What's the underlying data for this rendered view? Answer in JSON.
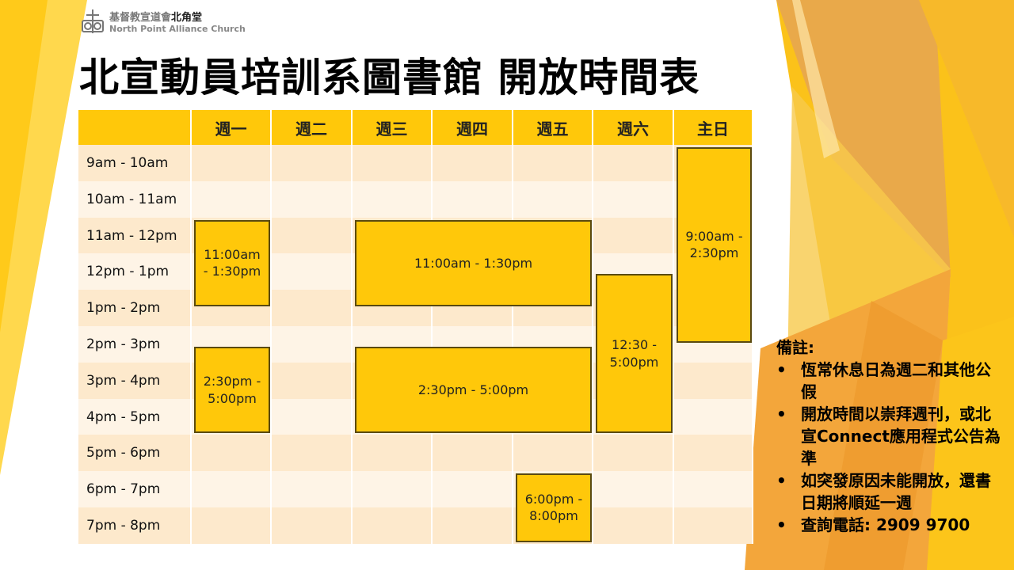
{
  "logo": {
    "name_zh_grey": "基督教宣道會",
    "name_zh_dark": "北角堂",
    "name_en": "North Point Alliance Church"
  },
  "title": "北宣動員培訓系圖書館 開放時間表",
  "days": [
    "週一",
    "週二",
    "週三",
    "週四",
    "週五",
    "週六",
    "主日"
  ],
  "time_slots": [
    "9am - 10am",
    "10am - 11am",
    "11am - 12pm",
    "12pm - 1pm",
    "1pm - 2pm",
    "2pm - 3pm",
    "3pm - 4pm",
    "4pm - 5pm",
    "5pm - 6pm",
    "6pm - 7pm",
    "7pm - 8pm"
  ],
  "open_blocks": [
    {
      "label": "11:00am - 1:30pm",
      "day_start": 0,
      "day_end": 0,
      "row_start": 2,
      "row_end": 4.5
    },
    {
      "label": "11:00am - 1:30pm",
      "day_start": 2,
      "day_end": 4,
      "row_start": 2,
      "row_end": 4.5
    },
    {
      "label": "9:00am - 2:30pm",
      "day_start": 6,
      "day_end": 6,
      "row_start": 0,
      "row_end": 5.5
    },
    {
      "label": "12:30 - 5:00pm",
      "day_start": 5,
      "day_end": 5,
      "row_start": 3.5,
      "row_end": 8
    },
    {
      "label": "2:30pm - 5:00pm",
      "day_start": 0,
      "day_end": 0,
      "row_start": 5.5,
      "row_end": 8
    },
    {
      "label": "2:30pm - 5:00pm",
      "day_start": 2,
      "day_end": 4,
      "row_start": 5.5,
      "row_end": 8
    },
    {
      "label": "6:00pm - 8:00pm",
      "day_start": 4,
      "day_end": 4,
      "row_start": 9,
      "row_end": 11
    }
  ],
  "notes": {
    "heading": "備註:",
    "items": [
      "恆常休息日為週二和其他公假",
      "開放時間以崇拜週刊，或北宣Connect應用程式公告為準",
      "如突發原因未能開放，還書日期將順延一週",
      "查詢電話: 2909 9700"
    ]
  },
  "colors": {
    "header": "#ffc80a",
    "row_a": "#fde9cc",
    "row_b": "#fef4e6",
    "block": "#ffc80a"
  }
}
